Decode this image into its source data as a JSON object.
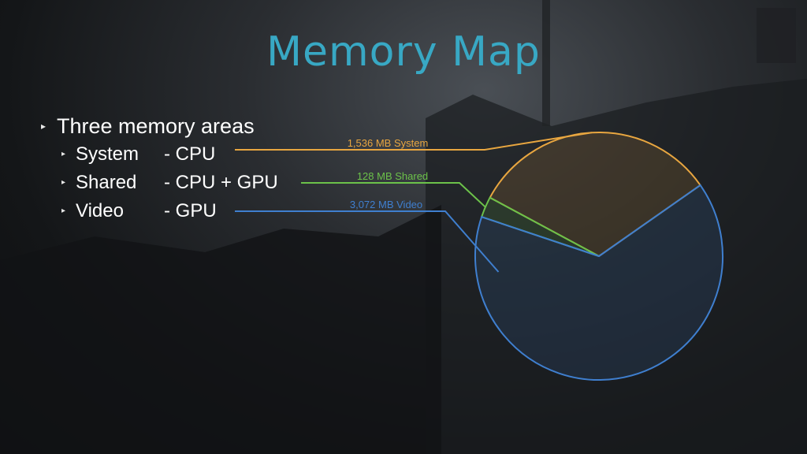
{
  "slide": {
    "title": "Memory Map",
    "bullet": "Three memory areas",
    "sub_bullets": [
      {
        "name": "System",
        "desc": "- CPU"
      },
      {
        "name": "Shared",
        "desc": "- CPU + GPU"
      },
      {
        "name": "Video",
        "desc": "- GPU"
      }
    ]
  },
  "chart_data": {
    "type": "pie",
    "slices": [
      {
        "label": "1,536 MB System",
        "value": 1536,
        "color": "#e8a640"
      },
      {
        "label": "128 MB Shared",
        "value": 128,
        "color": "#6cc24a"
      },
      {
        "label": "3,072 MB Video",
        "value": 3072,
        "color": "#3f7fcf"
      }
    ]
  }
}
